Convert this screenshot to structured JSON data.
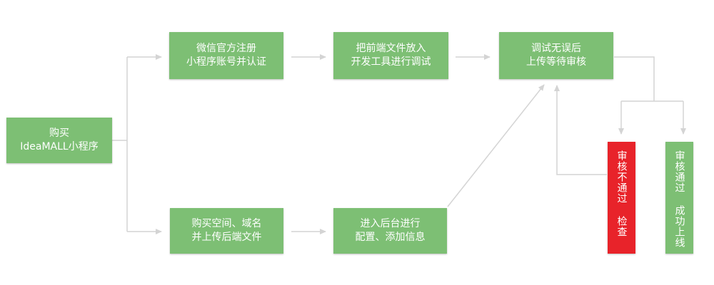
{
  "colors": {
    "node": "#7dbf74",
    "node_fail": "#e8232a",
    "text": "#ffffff",
    "connector": "#d4d4d4"
  },
  "nodes": {
    "buy": [
      "购买",
      "IdeaMALL小程序"
    ],
    "register": [
      "微信官方注册",
      "小程序账号并认证"
    ],
    "frontend": [
      "把前端文件放入",
      "开发工具进行调试"
    ],
    "debug_submit": [
      "调试无误后",
      "上传等待审核"
    ],
    "buy_space": [
      "购买空间、域名",
      "并上传后端文件"
    ],
    "backend_config": [
      "进入后台进行",
      "配置、添加信息"
    ],
    "review_fail": "审核不通过 检查",
    "review_pass": "审核通过 成功上线"
  }
}
